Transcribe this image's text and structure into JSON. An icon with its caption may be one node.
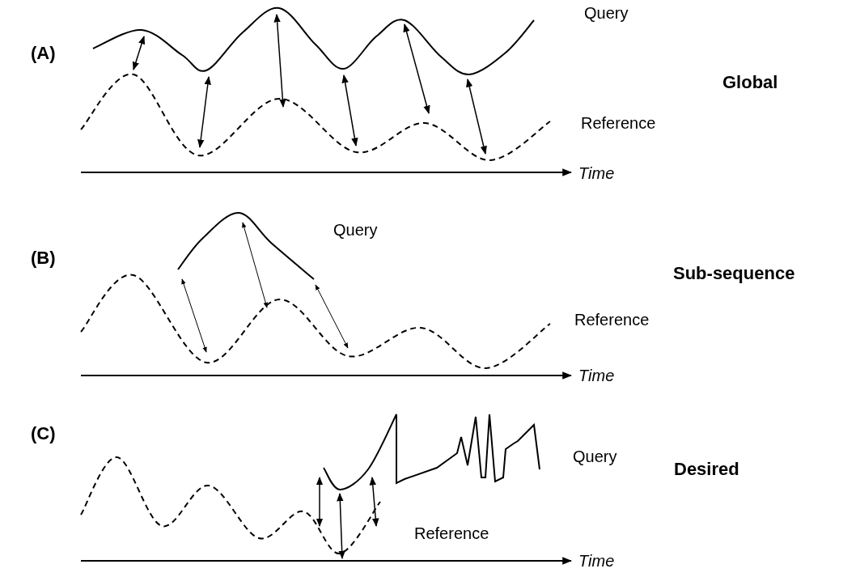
{
  "diagram": {
    "labels": [
      "(A)",
      "Query",
      "Global",
      "Reference",
      "Time",
      "(B)",
      "Query",
      "Sub-sequence",
      "Reference",
      "Time",
      "(C)",
      "Query",
      "Desired",
      "Reference",
      "Time"
    ]
  }
}
